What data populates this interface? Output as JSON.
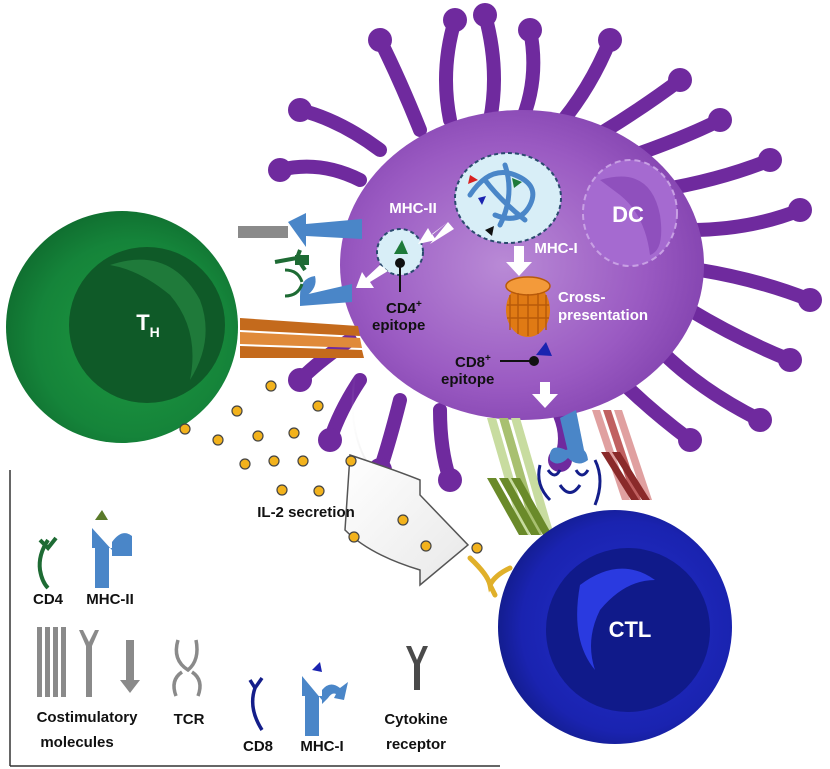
{
  "cells": {
    "dc": "DC",
    "th_main": "T",
    "th_sub": "H",
    "ctl": "CTL"
  },
  "pathways": {
    "mhc2": "MHC-II",
    "mhc1": "MHC-I",
    "cross_line1": "Cross-",
    "cross_line2": "presentation",
    "cd4_line1": "CD4",
    "cd4_sup": "+",
    "cd4_line2": "epitope",
    "cd8_line1": "CD8",
    "cd8_sup": "+",
    "cd8_line2": "epitope",
    "il2": "IL-2 secretion"
  },
  "legend": {
    "cd4": "CD4",
    "mhc2": "MHC-II",
    "costim_line1": "Costimulatory",
    "costim_line2": "molecules",
    "tcr": "TCR",
    "cd8": "CD8",
    "mhc1": "MHC-I",
    "cytokine_line1": "Cytokine",
    "cytokine_line2": "receptor"
  },
  "colors": {
    "dc": "#7a2fa8",
    "dendrite": "#6f2a9e",
    "th": "#1a8a3a",
    "ctl": "#1a23b0",
    "mhc": "#4a86c8",
    "cd4": "#1e6b34",
    "cd8": "#141e8a",
    "il2": "#f2b21c",
    "costim_th": "#c46a1c",
    "costim_ctl_green": "#7a9a3a",
    "costim_ctl_red": "#9a3a3a",
    "cytokine_receptor": "#e0b02a"
  }
}
